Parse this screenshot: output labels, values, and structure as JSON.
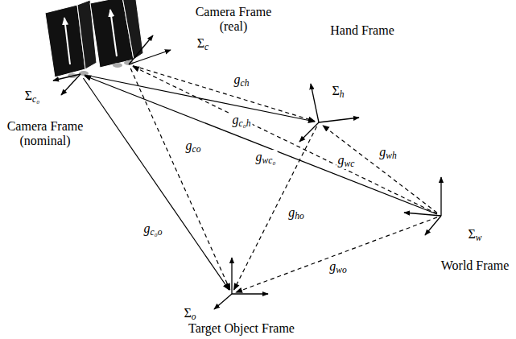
{
  "diagram": {
    "nodes": [
      {
        "text": [
          "Camera Frame (real)",
          "Σc"
        ]
      },
      {
        "text": [
          "Σc₀",
          "Camera Frame (nominal)"
        ]
      },
      {
        "text": [
          "Hand Frame",
          "Σh"
        ]
      },
      {
        "text": [
          "Σw",
          "World Frame"
        ]
      },
      {
        "text": [
          "Σo",
          "Target Object Frame"
        ]
      }
    ],
    "edges": [
      {
        "from": 0,
        "to": 2,
        "arrow": "to",
        "label": "gch"
      },
      {
        "from": 1,
        "to": 2,
        "arrow": "to",
        "label": "gc₀h"
      },
      {
        "from": 3,
        "to": 1,
        "arrow": "to",
        "label": "gwc₀"
      },
      {
        "from": 3,
        "to": 0,
        "arrow": "to",
        "label": "gwc"
      },
      {
        "from": 3,
        "to": 2,
        "arrow": "to",
        "label": "gwh"
      },
      {
        "from": 0,
        "to": 4,
        "arrow": "to",
        "label": "gco"
      },
      {
        "from": 1,
        "to": 4,
        "arrow": "to",
        "label": "gc₀o"
      },
      {
        "from": 2,
        "to": 4,
        "arrow": "to",
        "label": "gho"
      },
      {
        "from": 3,
        "to": 4,
        "arrow": "to",
        "label": "gwo"
      }
    ]
  }
}
